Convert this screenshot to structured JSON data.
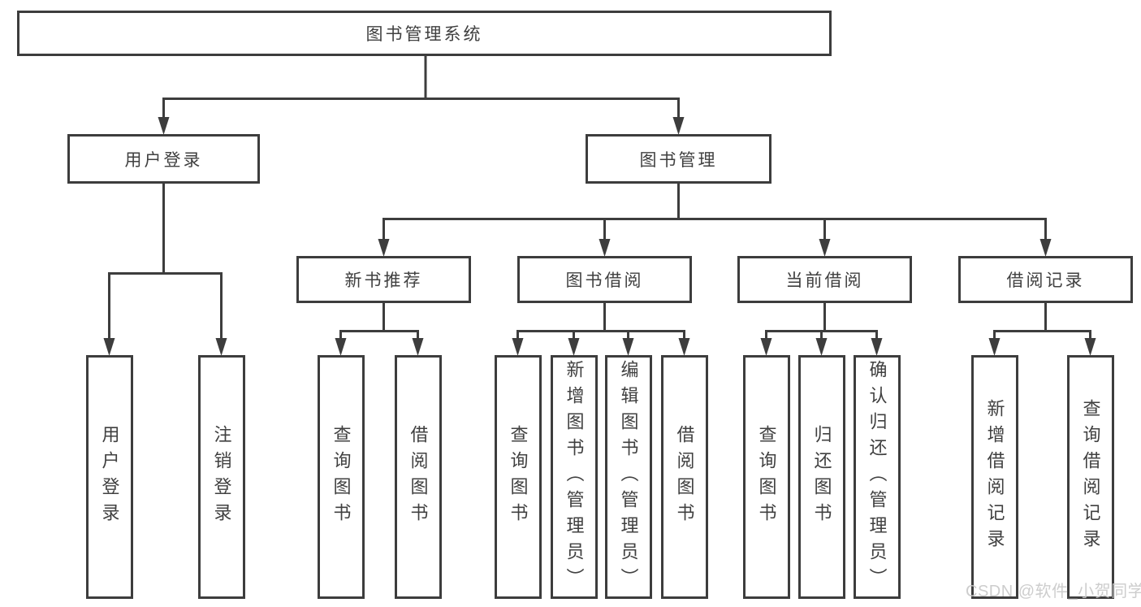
{
  "diagram": {
    "root": {
      "label": "图书管理系统"
    },
    "user_login": {
      "label": "用户登录",
      "children": [
        "用户登录",
        "注销登录"
      ]
    },
    "book_mgmt": {
      "label": "图书管理",
      "sections": [
        {
          "label": "新书推荐",
          "children": [
            "查询图书",
            "借阅图书"
          ]
        },
        {
          "label": "图书借阅",
          "children": [
            "查询图书",
            "新增图书（管理员）",
            "编辑图书（管理员）",
            "借阅图书"
          ]
        },
        {
          "label": "当前借阅",
          "children": [
            "查询图书",
            "归还图书",
            "确认归还（管理员）"
          ]
        },
        {
          "label": "借阅记录",
          "children": [
            "新增借阅记录",
            "查询借阅记录"
          ]
        }
      ]
    }
  },
  "watermark": {
    "text": "CSDN @软件_小贺同学"
  },
  "colors": {
    "line": "#3d3d3d",
    "text": "#404040",
    "watermark": "#c8c8c8",
    "background": "#ffffff"
  }
}
